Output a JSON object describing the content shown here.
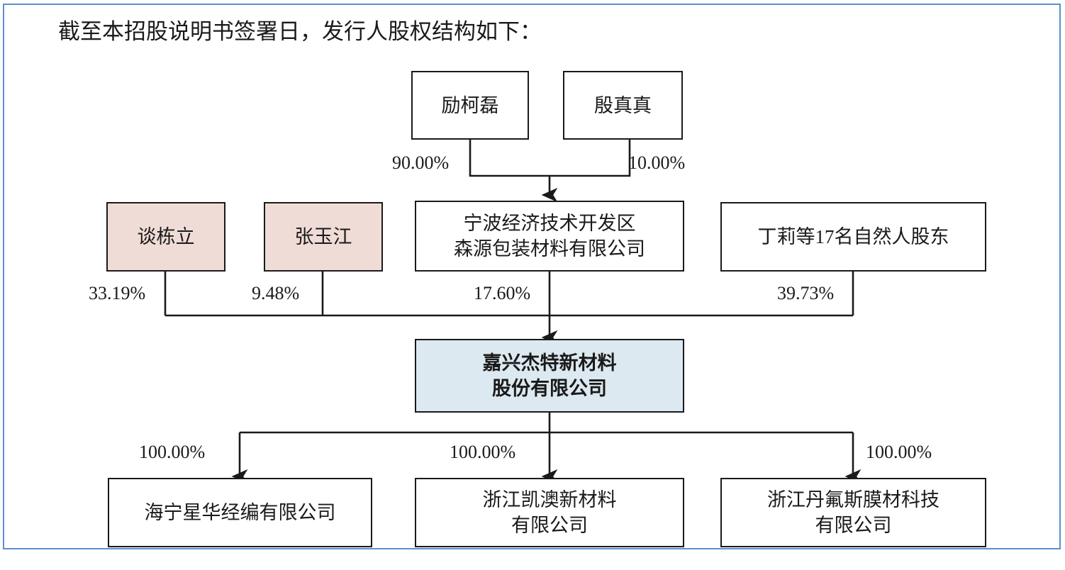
{
  "caption": "截至本招股说明书签署日，发行人股权结构如下：",
  "colors": {
    "frame_border": "#5b8fd0",
    "node_border": "#1a1a1a",
    "pink_fill": "#f0dcd6",
    "blue_fill": "#dde9f0",
    "white_fill": "#ffffff",
    "line": "#1a1a1a"
  },
  "chart_data": {
    "type": "diagram",
    "title": "截至本招股说明书签署日，发行人股权结构如下：",
    "nodes": [
      {
        "id": "like",
        "label": "励柯磊",
        "fill": "white",
        "row": 1
      },
      {
        "id": "yinzhen",
        "label": "殷真真",
        "fill": "white",
        "row": 1
      },
      {
        "id": "tandongli",
        "label": "谈栋立",
        "fill": "pink",
        "row": 2
      },
      {
        "id": "zhangyujiang",
        "label": "张玉江",
        "fill": "pink",
        "row": 2
      },
      {
        "id": "senyuan",
        "label": "宁波经济技术开发区\n森源包装材料有限公司",
        "fill": "white",
        "row": 2
      },
      {
        "id": "dingli",
        "label": "丁莉等17名自然人股东",
        "fill": "white",
        "row": 2
      },
      {
        "id": "issuer",
        "label": "嘉兴杰特新材料\n股份有限公司",
        "fill": "blue",
        "row": 3
      },
      {
        "id": "haining",
        "label": "海宁星华经编有限公司",
        "fill": "white",
        "row": 4
      },
      {
        "id": "kaiao",
        "label": "浙江凯澳新材料\n有限公司",
        "fill": "white",
        "row": 4
      },
      {
        "id": "danfusi",
        "label": "浙江丹氟斯膜材科技\n有限公司",
        "fill": "white",
        "row": 4
      }
    ],
    "edges": [
      {
        "from": "like",
        "to": "senyuan",
        "label": "90.00%"
      },
      {
        "from": "yinzhen",
        "to": "senyuan",
        "label": "10.00%"
      },
      {
        "from": "tandongli",
        "to": "issuer",
        "label": "33.19%"
      },
      {
        "from": "zhangyujiang",
        "to": "issuer",
        "label": "9.48%"
      },
      {
        "from": "senyuan",
        "to": "issuer",
        "label": "17.60%"
      },
      {
        "from": "dingli",
        "to": "issuer",
        "label": "39.73%"
      },
      {
        "from": "issuer",
        "to": "haining",
        "label": "100.00%"
      },
      {
        "from": "issuer",
        "to": "kaiao",
        "label": "100.00%"
      },
      {
        "from": "issuer",
        "to": "danfusi",
        "label": "100.00%"
      }
    ]
  },
  "nodes": {
    "like": "励柯磊",
    "yinzhen": "殷真真",
    "tandongli": "谈栋立",
    "zhangyujiang": "张玉江",
    "senyuan_line1": "宁波经济技术开发区",
    "senyuan_line2": "森源包装材料有限公司",
    "dingli": "丁莉等17名自然人股东",
    "issuer_line1": "嘉兴杰特新材料",
    "issuer_line2": "股份有限公司",
    "haining": "海宁星华经编有限公司",
    "kaiao_line1": "浙江凯澳新材料",
    "kaiao_line2": "有限公司",
    "danfusi_line1": "浙江丹氟斯膜材科技",
    "danfusi_line2": "有限公司"
  },
  "percents": {
    "like_to_senyuan": "90.00%",
    "yinzhen_to_senyuan": "10.00%",
    "tandongli_to_issuer": "33.19%",
    "zhangyujiang_to_issuer": "9.48%",
    "senyuan_to_issuer": "17.60%",
    "dingli_to_issuer": "39.73%",
    "issuer_to_haining": "100.00%",
    "issuer_to_kaiao": "100.00%",
    "issuer_to_danfusi": "100.00%"
  }
}
